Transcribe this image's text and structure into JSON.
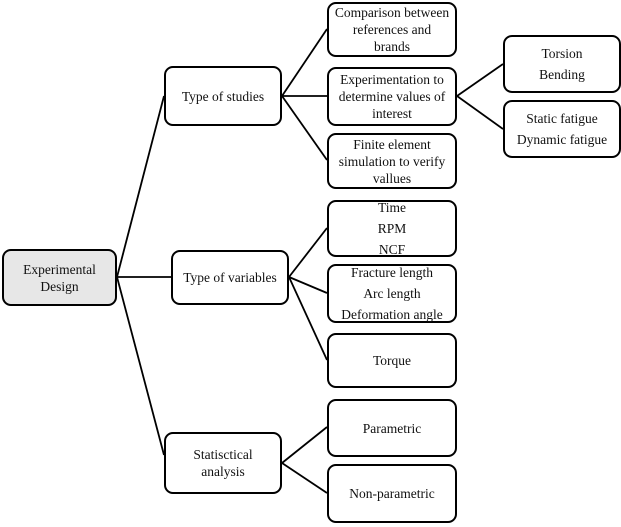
{
  "colors": {
    "background": "#ffffff",
    "node_border": "#000000",
    "connector_line": "#000000",
    "root_fill": "#e7e7e7",
    "node_fill": "#ffffff",
    "text": "#111111"
  },
  "tree": {
    "label": "Experimental\nDesign",
    "children": [
      {
        "label": "Type of studies",
        "children": [
          {
            "label": "Comparison between\nreferences and\nbrands"
          },
          {
            "label": "Experimentation to\ndetermine values of\ninterest",
            "children": [
              {
                "label": "Torsion\nBending"
              },
              {
                "label": "Static fatigue\nDynamic fatigue"
              }
            ]
          },
          {
            "label": "Finite element\nsimulation to verify\nvallues"
          }
        ]
      },
      {
        "label": "Type of variables",
        "children": [
          {
            "label": "Time\nRPM\nNCF"
          },
          {
            "label": "Fracture length\nArc length\nDeformation angle"
          },
          {
            "label": "Torque"
          }
        ]
      },
      {
        "label": "Statisctical\nanalysis",
        "children": [
          {
            "label": "Parametric"
          },
          {
            "label": "Non-parametric"
          }
        ]
      }
    ]
  }
}
